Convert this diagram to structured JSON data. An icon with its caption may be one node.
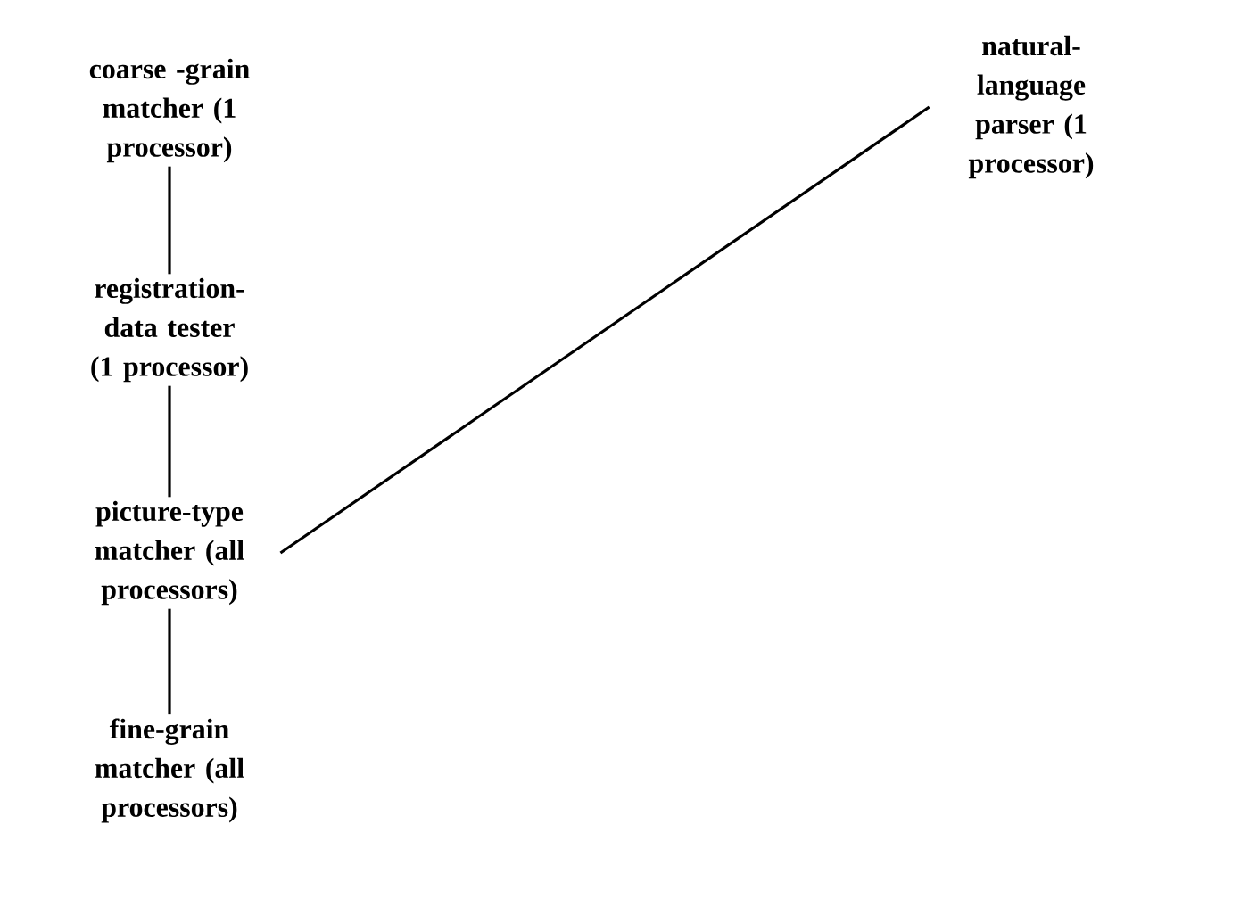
{
  "diagram": {
    "nodes": [
      {
        "text": [
          "coarse -grain matcher (1 processor)"
        ]
      },
      {
        "text": [
          "registration-data tester (1 processor)"
        ]
      },
      {
        "text": [
          "picture-type matcher (all processors)"
        ]
      },
      {
        "text": [
          "fine-grain matcher (all processors)"
        ]
      },
      {
        "text": [
          "natural-language parser (1 processor)"
        ]
      }
    ],
    "edges": [
      {
        "from": 0,
        "to": 1,
        "arrow": "none"
      },
      {
        "from": 1,
        "to": 2,
        "arrow": "none"
      },
      {
        "from": 2,
        "to": 3,
        "arrow": "none"
      },
      {
        "from": 2,
        "to": 4,
        "arrow": "none"
      }
    ]
  }
}
